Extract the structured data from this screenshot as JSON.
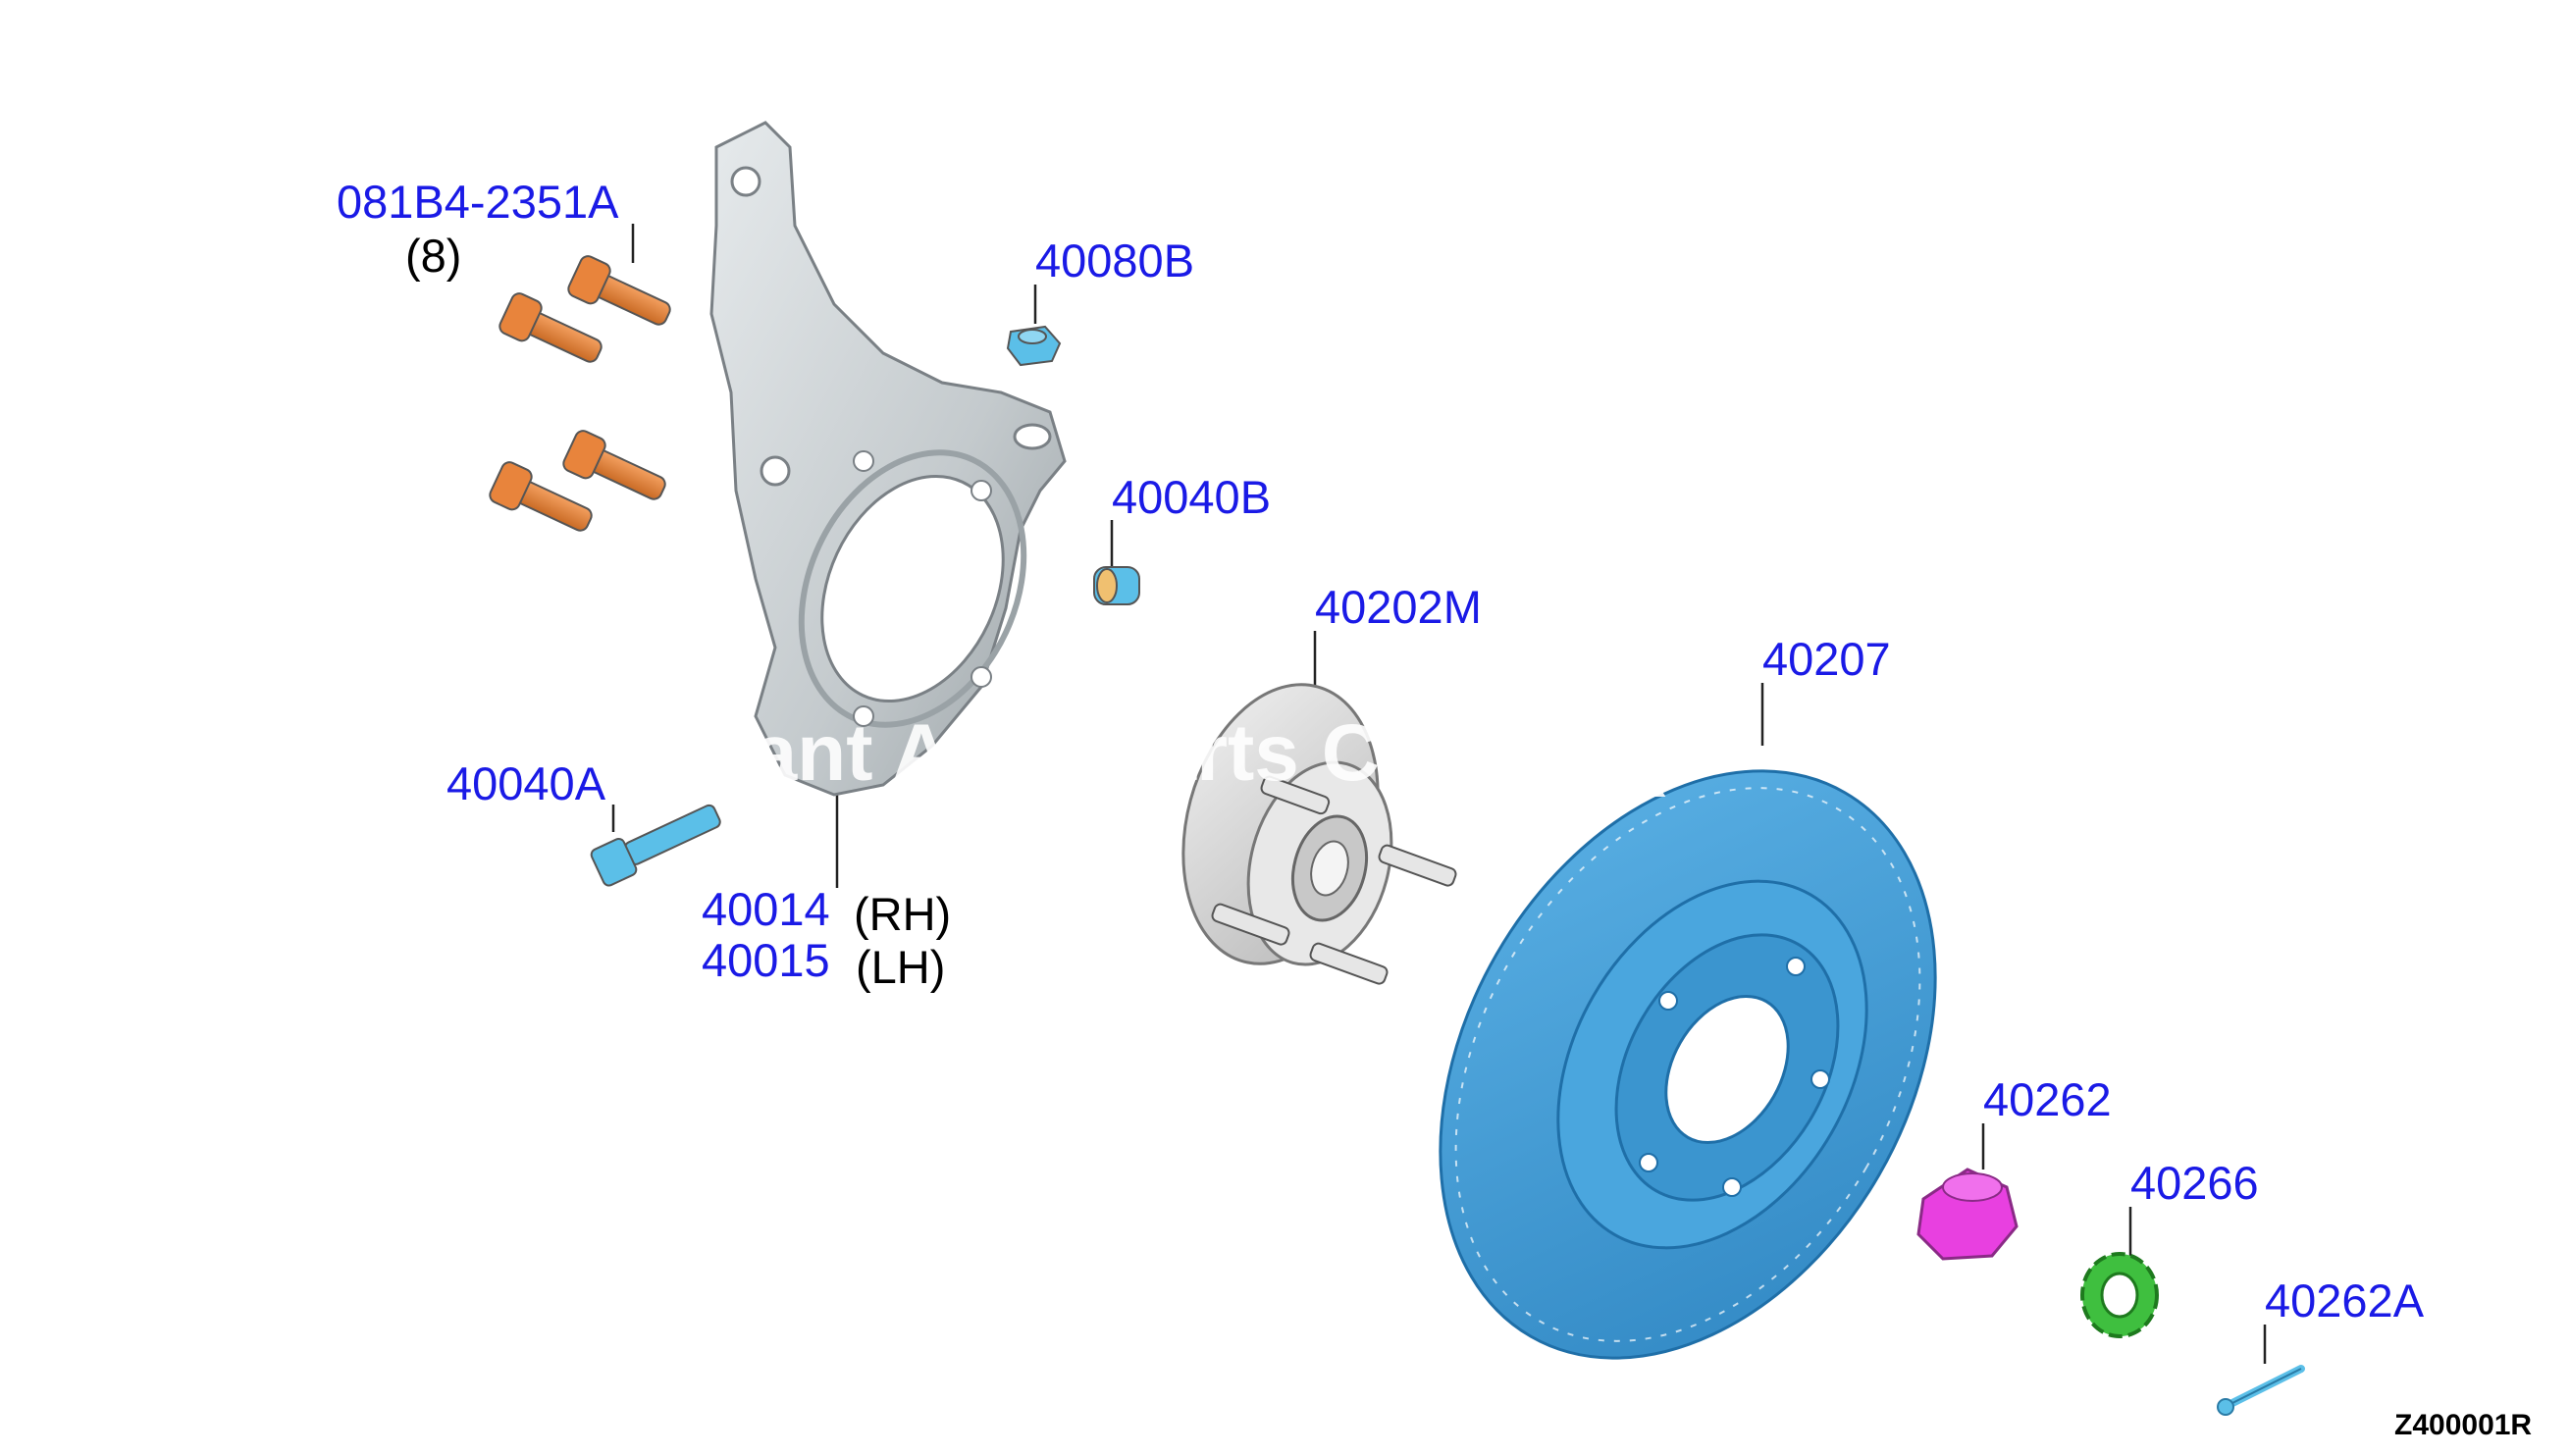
{
  "colors": {
    "callout": "#1a1ae6",
    "bolt": "#e8843c",
    "knuckle": "#c9cfd3",
    "hub": "#dcdcdc",
    "rotor": "#3f9ad6",
    "nut": "#e840e0",
    "lockring": "#3fbf3f",
    "small_parts": "#5bbfe8"
  },
  "callouts": {
    "bolt_081b4": "081B4-2351A",
    "bolt_qty": "(8)",
    "nut_40080b": "40080B",
    "bushing_40040b": "40040B",
    "bolt_40040a": "40040A",
    "knuckle_rh": "40014",
    "knuckle_rh_note": "(RH)",
    "knuckle_lh": "40015",
    "knuckle_lh_note": "(LH)",
    "hub_40202m": "40202M",
    "rotor_40207": "40207",
    "nut_40262": "40262",
    "ring_40266": "40266",
    "pin_40262a": "40262A"
  },
  "watermark": "Giant Auto Parts Catalog (7",
  "diagram_ref": "Z400001R"
}
